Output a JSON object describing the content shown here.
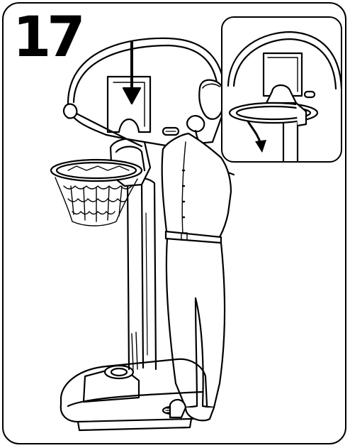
{
  "step": {
    "number": "17"
  },
  "illustration": {
    "subject": "person-lifting-backboard-onto-hoop-pole",
    "inset_subject": "rim-rotating-down-detail",
    "line_color": "#000000",
    "background": "#ffffff"
  }
}
